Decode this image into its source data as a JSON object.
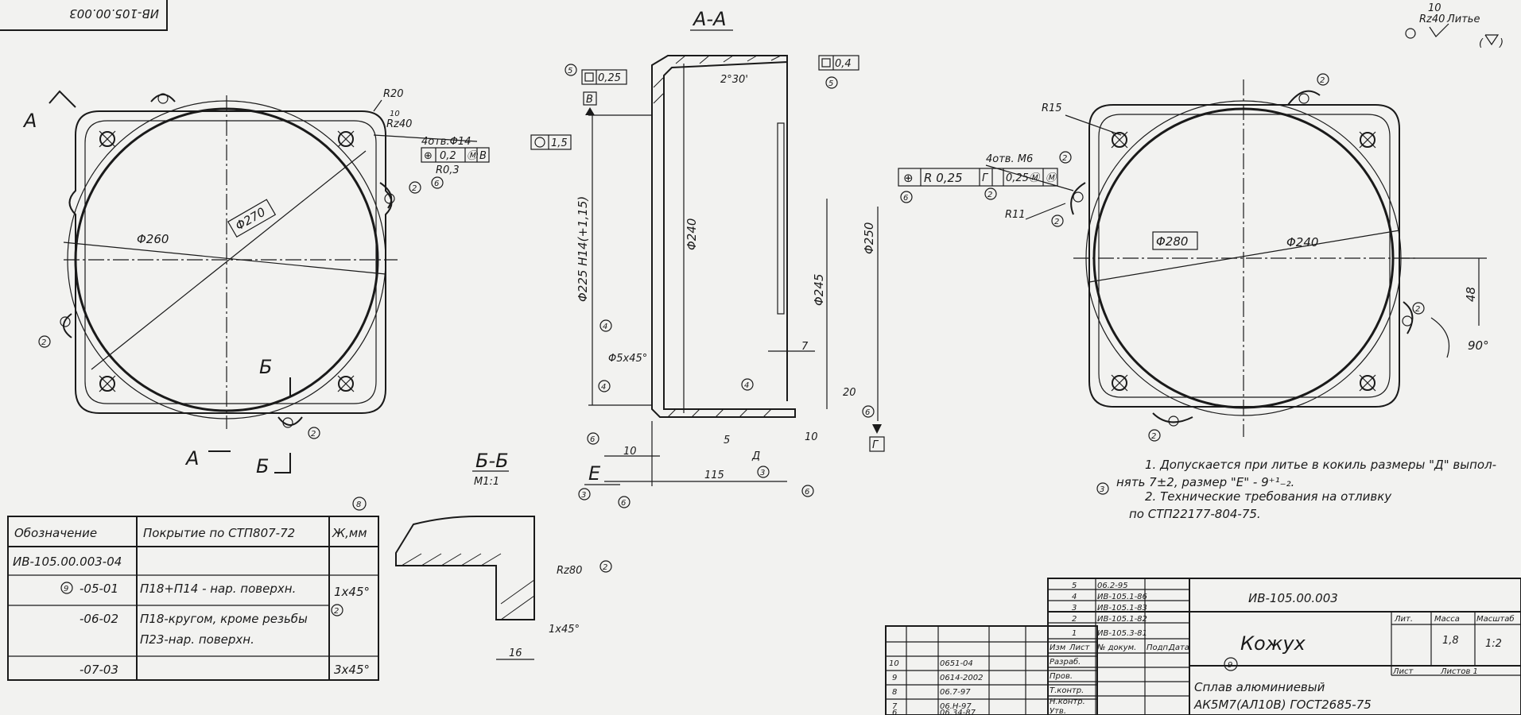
{
  "title_block": {
    "designation": "ИВ-105.00.003",
    "corner_designation": "ИВ-105.00.003",
    "name": "Кожух",
    "material_line1": "Сплав алюминиевый",
    "material_line2": "АК5М7(АЛ10В) ГОСТ2685-75",
    "scale": "1:2",
    "mass": "1,8",
    "lit_label": "Лит.",
    "mass_label": "Масса",
    "scale_label": "Масштаб",
    "sheet_label": "Лист",
    "sheets_label": "Листов 1",
    "change_header": [
      "Изм",
      "Лист",
      "№ докум.",
      "Подп.",
      "Дата"
    ],
    "roles": [
      "Разраб.",
      "Пров.",
      "Т.контр.",
      "",
      "Н.контр.",
      "Утв."
    ],
    "changes": [
      {
        "n": "5",
        "doc": "06.2-95"
      },
      {
        "n": "4",
        "doc": "ИВ-105.1-86"
      },
      {
        "n": "3",
        "doc": "ИВ-105.1-83"
      },
      {
        "n": "2",
        "doc": "ИВ-105.1-82"
      },
      {
        "n": "1",
        "doc": "ИВ-105.3-81"
      }
    ],
    "left_changes": [
      {
        "n": "10",
        "doc": "0651-04"
      },
      {
        "n": "9",
        "doc": "0614-2002"
      },
      {
        "n": "8",
        "doc": "06.7-97"
      },
      {
        "n": "7",
        "doc": "06.Н-97"
      },
      {
        "n": "6",
        "doc": "06.34-87"
      }
    ]
  },
  "coating_table": {
    "circle_ref": "8",
    "headers": [
      "Обозначение",
      "Покрытие по СТП807-72",
      "Ж,мм"
    ],
    "rows": [
      {
        "designation": "ИВ-105.00.003-04",
        "coating": "",
        "zh": ""
      },
      {
        "designation": "-05-01",
        "coating": "П18+П14 - нар. поверхн.",
        "zh": "1x45°"
      },
      {
        "designation": "-06-02",
        "coating": "П18-кругом, кроме резьбы",
        "zh": ""
      },
      {
        "designation": "",
        "coating": "П23-нар. поверхн.",
        "zh": ""
      },
      {
        "designation": "-07-03",
        "coating": "",
        "zh": "3x45°"
      }
    ]
  },
  "notes": {
    "line1": "1. Допускается при литье в кокиль размеры \"Д\" выпол-",
    "line2": "нять 7±2, размер \"Е\" - 9⁺¹₋₂.",
    "line3": "2. Технические требования на отливку",
    "line4": "по СТП22177-804-75."
  },
  "roughness": {
    "value": "10",
    "value_sub": "Rz40",
    "label": "Литье"
  },
  "views": {
    "section_aa": "А-А",
    "section_bb": "Б-Б",
    "section_bb_scale": "М1:1",
    "marker_a": "А",
    "marker_b": "Б"
  },
  "dimensions": {
    "d260": "Φ260",
    "d270": "Φ270",
    "r20": "R20",
    "holes": "4отв.Φ14",
    "r03": "R0,3",
    "angle": "2°30'",
    "d225": "Φ225 H14(+1,15)",
    "d240": "Φ240",
    "d245": "Φ245",
    "d250": "Φ250",
    "chamfer": "Φ5x45°",
    "dim7": "7",
    "dim10a": "10",
    "dim10b": "10",
    "dim115": "115",
    "dim5": "5",
    "dim20": "20",
    "flat025": "0,25",
    "flat04": "0,4",
    "flat15": "1,5",
    "r15": "R15",
    "r11": "R11",
    "holes_m6": "4отв. М6",
    "pos_tol": "R 0,25",
    "d280": "Φ280",
    "d240b": "Φ240",
    "dim48": "48",
    "angle90": "90°",
    "bb_16": "16",
    "bb_chamfer": "1x45°",
    "letter_d": "Д",
    "letter_e": "Е",
    "letter_v": "В",
    "letter_g": "Г"
  }
}
